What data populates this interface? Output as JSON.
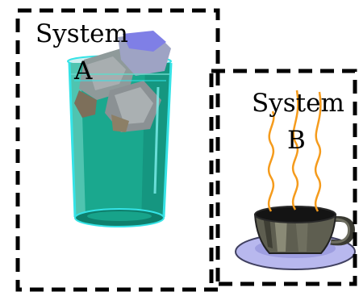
{
  "system_a": {
    "label_line1": "System",
    "label_line2": "A",
    "contents": "glass-of-ice-water"
  },
  "system_b": {
    "label_line1": "System",
    "label_line2": "B",
    "contents": "steaming-coffee-cup"
  },
  "colors": {
    "boundary": "#000000",
    "water": "#1aa88e",
    "glass_edge": "#35e3e6",
    "ice": "#9aa0a4",
    "ice_top": "#7f7fe6",
    "steam": "#f59b1c",
    "cup": "#5e5e50",
    "saucer": "#b8b8ee"
  }
}
